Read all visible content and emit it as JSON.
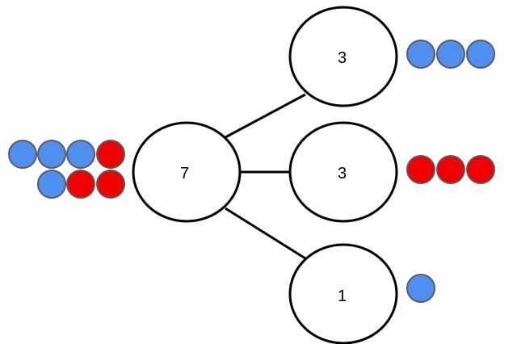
{
  "diagram": {
    "colors": {
      "blue": "#4f8ff0",
      "red": "#f00000",
      "stroke": "#5a5a5a",
      "edge": "#000000",
      "node_fill": "#ffffff",
      "node_stroke": "#000000"
    },
    "root": {
      "label": "7",
      "counters": [
        "blue",
        "blue",
        "blue",
        "red",
        "blue",
        "red",
        "red"
      ]
    },
    "parts": [
      {
        "label": "3",
        "counters": [
          "blue",
          "blue",
          "blue"
        ]
      },
      {
        "label": "3",
        "counters": [
          "red",
          "red",
          "red"
        ]
      },
      {
        "label": "1",
        "counters": [
          "blue"
        ]
      }
    ]
  }
}
